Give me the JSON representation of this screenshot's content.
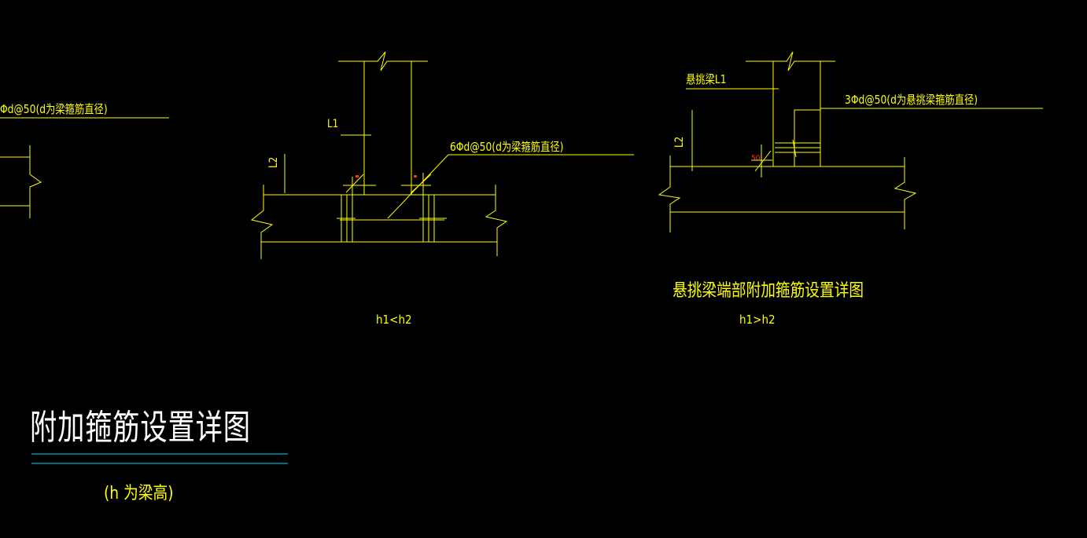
{
  "title": "附加箍筋设置详图",
  "subtitle": "(h 为梁高)",
  "left_partial_note": "Φd@50(d为梁箍筋直径)",
  "detail_a": {
    "note": "6Φd@50(d为梁箍筋直径)",
    "label_l1": "L1",
    "label_l2": "L2",
    "caption": "h1<h2"
  },
  "detail_b": {
    "beam_label": "悬挑梁L1",
    "note": "3Φd@50(d为悬挑梁箍筋直径)",
    "label_l2": "L2",
    "dim": "50",
    "title": "悬挑梁端部附加箍筋设置详图",
    "caption": "h1>h2"
  },
  "colors": {
    "background": "#000000",
    "line": "#ffff00",
    "title_text": "#ffffff",
    "underline": "#00d7ff",
    "dim_mark": "#ff3b00"
  }
}
